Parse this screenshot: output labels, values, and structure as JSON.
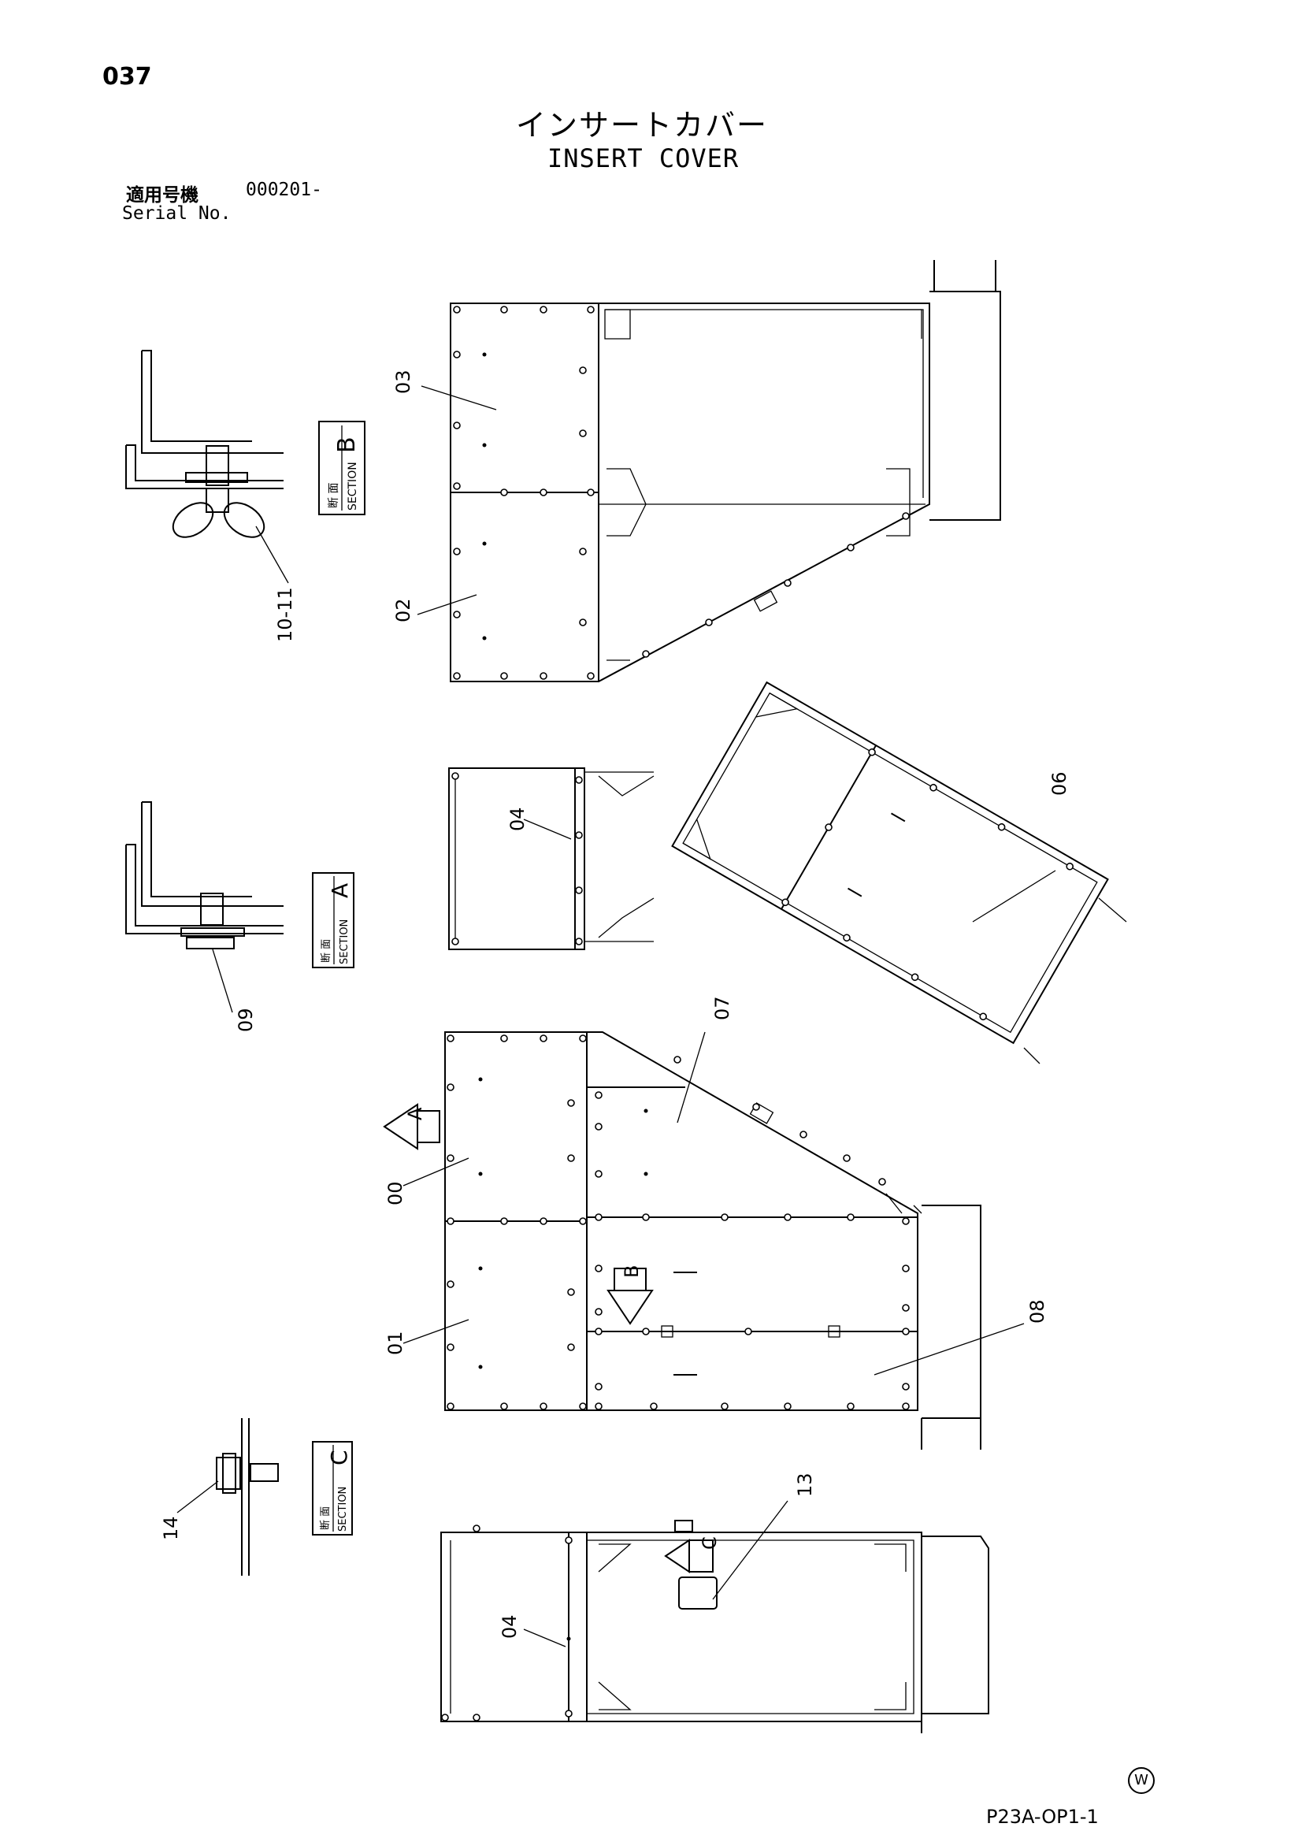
{
  "header": {
    "page_number": "037",
    "title_jp": "インサートカバー",
    "title_en": "INSERT COVER",
    "serial_label_jp": "適用号機",
    "serial_value": "000201-",
    "serial_label_en": "Serial No."
  },
  "footer": {
    "drawing_code": "P23A-OP1-1",
    "w_mark": "W"
  },
  "sections": {
    "a": {
      "jp": "断 面",
      "word": "SECTION",
      "letter": "A"
    },
    "b": {
      "jp": "断 面",
      "word": "SECTION",
      "letter": "B"
    },
    "c": {
      "jp": "断 面",
      "word": "SECTION",
      "letter": "C"
    }
  },
  "view_markers": {
    "a": "A",
    "b": "B",
    "c": "C"
  },
  "part_labels": {
    "p00": "00",
    "p01": "01",
    "p02": "02",
    "p03": "03",
    "p04_top": "04",
    "p04_bottom": "04",
    "p06": "06",
    "p07": "07",
    "p08": "08",
    "p09": "09",
    "p10_11": "10-11",
    "p13": "13",
    "p14": "14"
  }
}
